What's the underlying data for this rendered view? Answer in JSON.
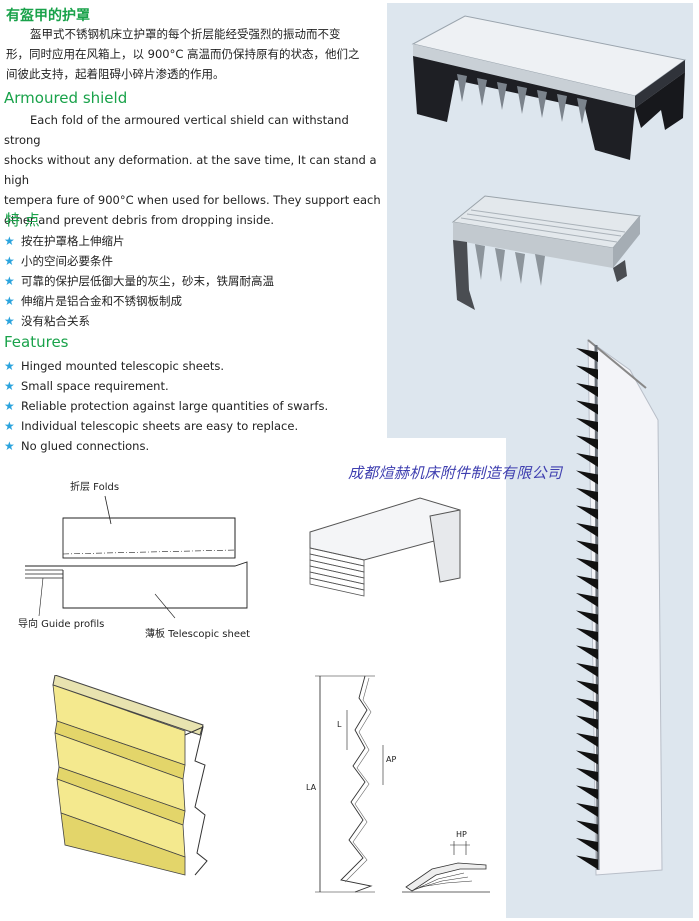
{
  "header": {
    "title_cn": "有盔甲的护罩",
    "intro_cn": [
      "盔甲式不锈钢机床立护罩的每个折层能经受强烈的振动而不变",
      "形，同时应用在风箱上，以 900°C 高温而仍保持原有的状态，他们之",
      "间彼此支持，起着阻碍小碎片渗透的作用。"
    ],
    "title_en": "Armoured shield",
    "intro_en": [
      "Each fold of the armoured vertical shield can withstand strong",
      "shocks without any deformation. at the save time, It can stand a high",
      "tempera fure of 900°C  when used for bellows. They support each",
      "other and prevent debris from dropping inside."
    ]
  },
  "features_cn": {
    "title": "特 点",
    "items": [
      "按在护罩格上伸缩片",
      "小的空间必要条件",
      "可靠的保护层低御大量的灰尘，砂末，铁屑耐高温",
      "伸缩片是铝合金和不锈钢板制成",
      "没有粘合关系"
    ]
  },
  "features_en": {
    "title": "Features",
    "items": [
      "Hinged mounted telescopic sheets.",
      "Small space requirement.",
      "Reliable protection against large quantities of swarfs.",
      "Individual telescopic sheets are easy to replace.",
      "No glued connections."
    ]
  },
  "company": "成都煊赫机床附件制造有限公司",
  "diagram": {
    "folds_label": "折层 Folds",
    "guide_label": "导向 Guide profils",
    "sheet_label": "薄板 Telescopic sheet"
  },
  "dimensions": {
    "l": "L",
    "ap": "AP",
    "la": "LA",
    "hp": "HP"
  },
  "colors": {
    "heading": "#19a24a",
    "star": "#2aa3dd",
    "panel": "#dde6ee",
    "company": "#3f3fb0"
  }
}
